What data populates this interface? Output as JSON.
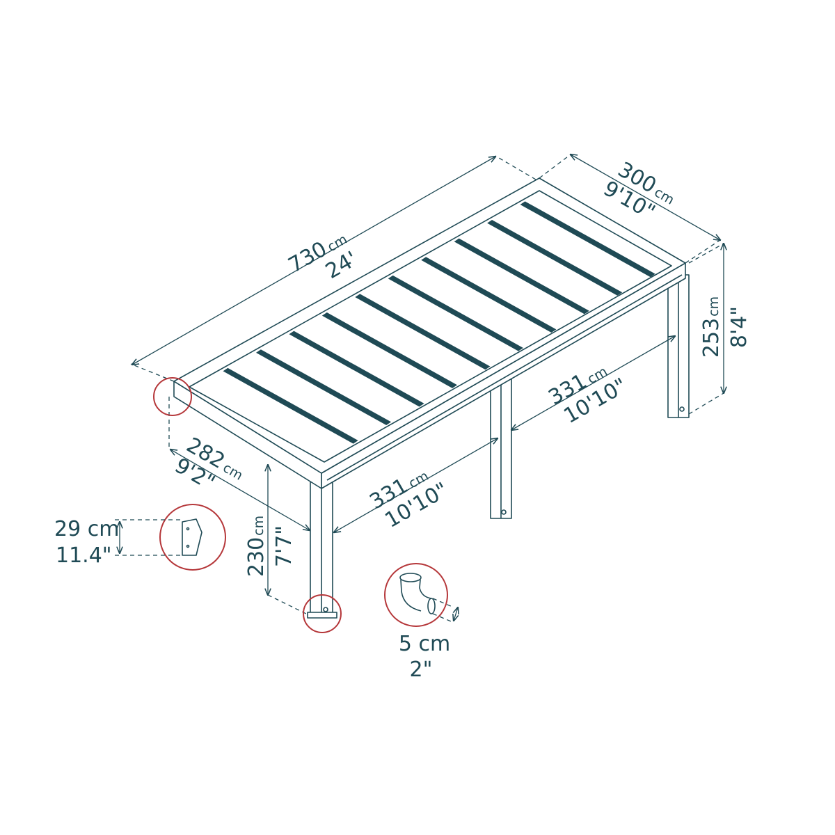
{
  "colors": {
    "line": "#1f4a55",
    "callout": "#b5373a"
  },
  "dimensions": {
    "length": {
      "metric": "730",
      "unit": "cm",
      "imperial": "24'"
    },
    "width": {
      "metric": "300",
      "unit": "cm",
      "imperial": "9'10\""
    },
    "total_height": {
      "metric": "253",
      "unit": "cm",
      "imperial": "8'4\""
    },
    "post_span_back": {
      "metric": "331",
      "unit": "cm",
      "imperial": "10'10\""
    },
    "post_span_front": {
      "metric": "331",
      "unit": "cm",
      "imperial": "10'10\""
    },
    "depth": {
      "metric": "282",
      "unit": "cm",
      "imperial": "9'2\""
    },
    "clearance_height": {
      "metric": "230",
      "unit": "cm",
      "imperial": "7'7\""
    },
    "bracket": {
      "metric": "29 cm",
      "imperial": "11.4\""
    },
    "drain": {
      "metric": "5 cm",
      "imperial": "2\""
    }
  }
}
